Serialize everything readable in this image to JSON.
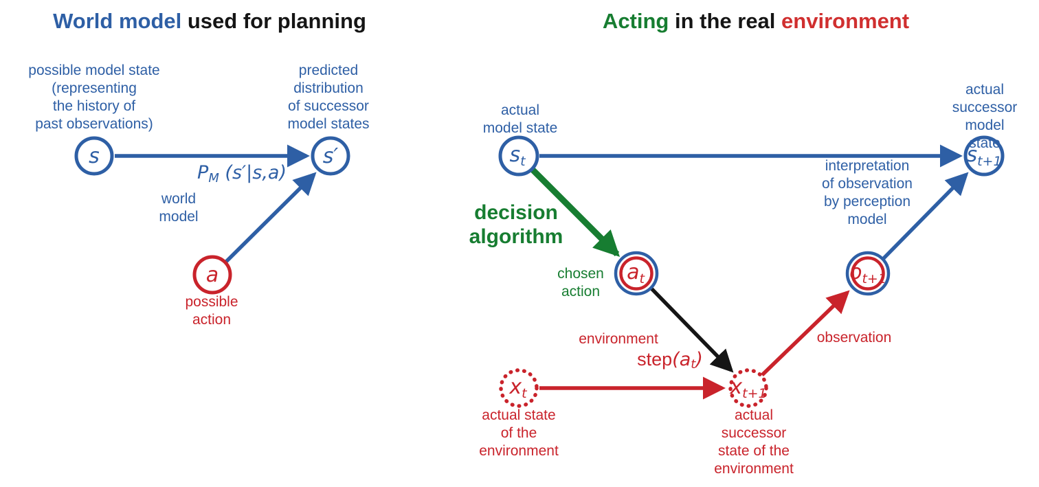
{
  "colors": {
    "blue": "#2e5fa5",
    "red": "#c9232b",
    "green": "#177d31",
    "black": "#151515",
    "title_red": "#d02f2f"
  },
  "left_panel": {
    "title": {
      "blue_part": "World model",
      "black_part": " used for planning"
    },
    "captions": {
      "s": "possible model state\n(representing\nthe history of\npast observations)",
      "s_prime": "predicted\ndistribution\nof successor\nmodel states",
      "world_model": "world\nmodel",
      "possible_action": "possible\naction"
    },
    "formula": {
      "p": "P",
      "sub": "M",
      "rest": " (s′|s,a)"
    },
    "nodes": {
      "s": {
        "base": "s"
      },
      "s_prime": {
        "base": "s′"
      },
      "a": {
        "base": "a"
      }
    }
  },
  "right_panel": {
    "title": {
      "green_part": "Acting",
      "black_part": " in the real ",
      "red_part": "environment"
    },
    "captions": {
      "s_t": "actual\nmodel state",
      "s_t1": "actual\nsuccessor\nmodel state",
      "decision_algorithm": "decision\nalgorithm",
      "chosen_action": "chosen\naction",
      "environment": "environment",
      "observation": "observation",
      "interpretation": "interpretation\nof observation\nby perception\nmodel",
      "x_t": "actual state\nof the\nenvironment",
      "x_t1": "actual\nsuccessor\nstate of the\nenvironment"
    },
    "step_label": {
      "prefix": "step",
      "arg_open": "(",
      "arg_base": "a",
      "arg_sub": "t",
      "arg_close": ")"
    },
    "nodes": {
      "s_t": {
        "base": "s",
        "sub": "t"
      },
      "s_t1": {
        "base": "s",
        "sub": "t+1"
      },
      "a_t": {
        "base": "a",
        "sub": "t"
      },
      "o_t1": {
        "base": "o",
        "sub": "t+1"
      },
      "x_t": {
        "base": "x",
        "sub": "t"
      },
      "x_t1": {
        "base": "x",
        "sub": "t+1"
      }
    }
  }
}
